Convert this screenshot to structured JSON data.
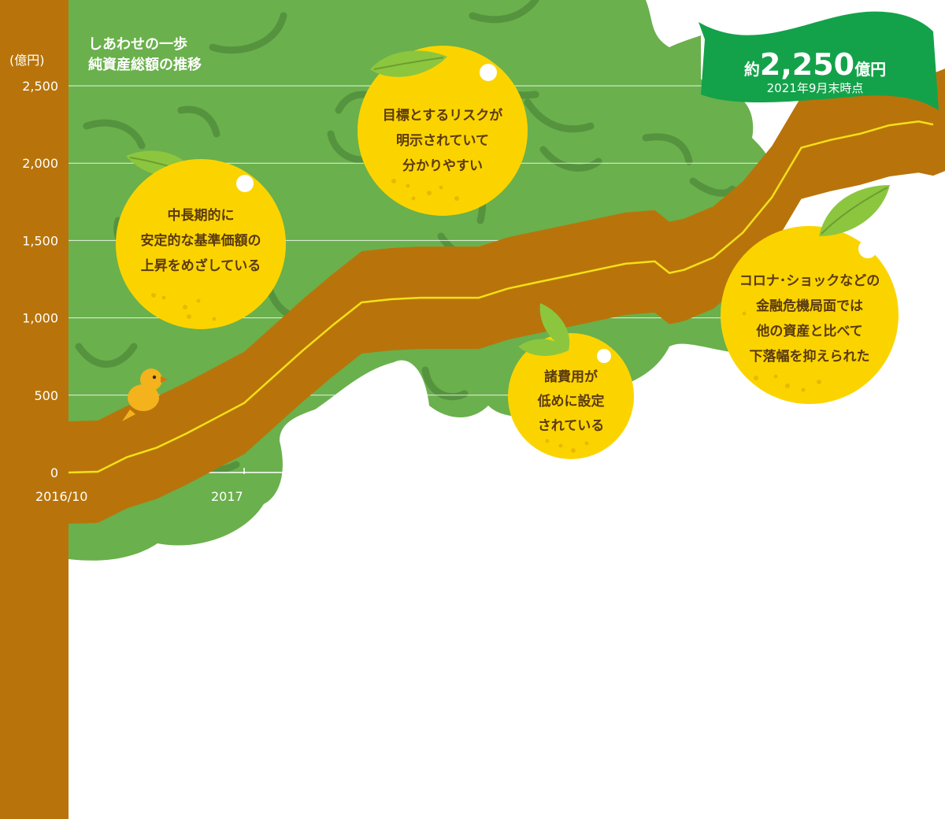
{
  "chart_data": {
    "type": "line",
    "title": "しあわせの一歩",
    "subtitle": "純資産総額の推移",
    "y_unit": "(億円)",
    "ylim": [
      0,
      2500
    ],
    "y_ticks": [
      0,
      500,
      1000,
      1500,
      2000,
      2500
    ],
    "y_tick_labels": [
      "0",
      "500",
      "1,000",
      "1,500",
      "2,000",
      "2,500"
    ],
    "x_tick_labels": [
      "2016/10",
      "2017"
    ],
    "x_range": [
      "2016-10",
      "2021-09"
    ],
    "series": [
      {
        "x": [
          "2016-10",
          "2016-12",
          "2017-02",
          "2017-04",
          "2017-06",
          "2017-08",
          "2017-10",
          "2017-12",
          "2018-02",
          "2018-04",
          "2018-06",
          "2018-08",
          "2018-10",
          "2018-12",
          "2019-02",
          "2019-04",
          "2019-06",
          "2019-08",
          "2019-10",
          "2019-12",
          "2020-02",
          "2020-03",
          "2020-04",
          "2020-06",
          "2020-08",
          "2020-10",
          "2020-12",
          "2021-02",
          "2021-04",
          "2021-06",
          "2021-08",
          "2021-09"
        ],
        "values": [
          0,
          5,
          100,
          160,
          250,
          350,
          450,
          620,
          790,
          950,
          1100,
          1120,
          1130,
          1130,
          1130,
          1190,
          1230,
          1270,
          1310,
          1350,
          1365,
          1290,
          1310,
          1390,
          1550,
          1780,
          2100,
          2150,
          2190,
          2245,
          2270,
          2250
        ]
      }
    ],
    "grid": true,
    "line_color": "#f5e014"
  },
  "header": {
    "title": "しあわせの一歩",
    "subtitle": "純資産総額の推移"
  },
  "flag": {
    "prefix": "約",
    "amount": "2,250",
    "unit": "億円",
    "note": "2021年9月末時点"
  },
  "bubbles": [
    {
      "lines": [
        "中長期的に",
        "安定的な基準価額の",
        "上昇をめざしている"
      ]
    },
    {
      "lines": [
        "目標とするリスクが",
        "明示されていて",
        "分かりやすい"
      ]
    },
    {
      "lines": [
        "諸費用が",
        "低めに設定",
        "されている"
      ]
    },
    {
      "lines": [
        "コロナ･ショックなどの",
        "金融危機局面では",
        "他の資産と比べて",
        "下落幅を抑えられた"
      ]
    }
  ],
  "colors": {
    "tree": "#6ab04c",
    "tree_dark": "#4f8a3a",
    "branch": "#b8740a",
    "fruit": "#fbd400",
    "leaf": "#8cc63f",
    "text_dark": "#5a3a10",
    "flag": "#13a24a"
  },
  "icons": [
    "bird-icon",
    "leaf-icon"
  ]
}
